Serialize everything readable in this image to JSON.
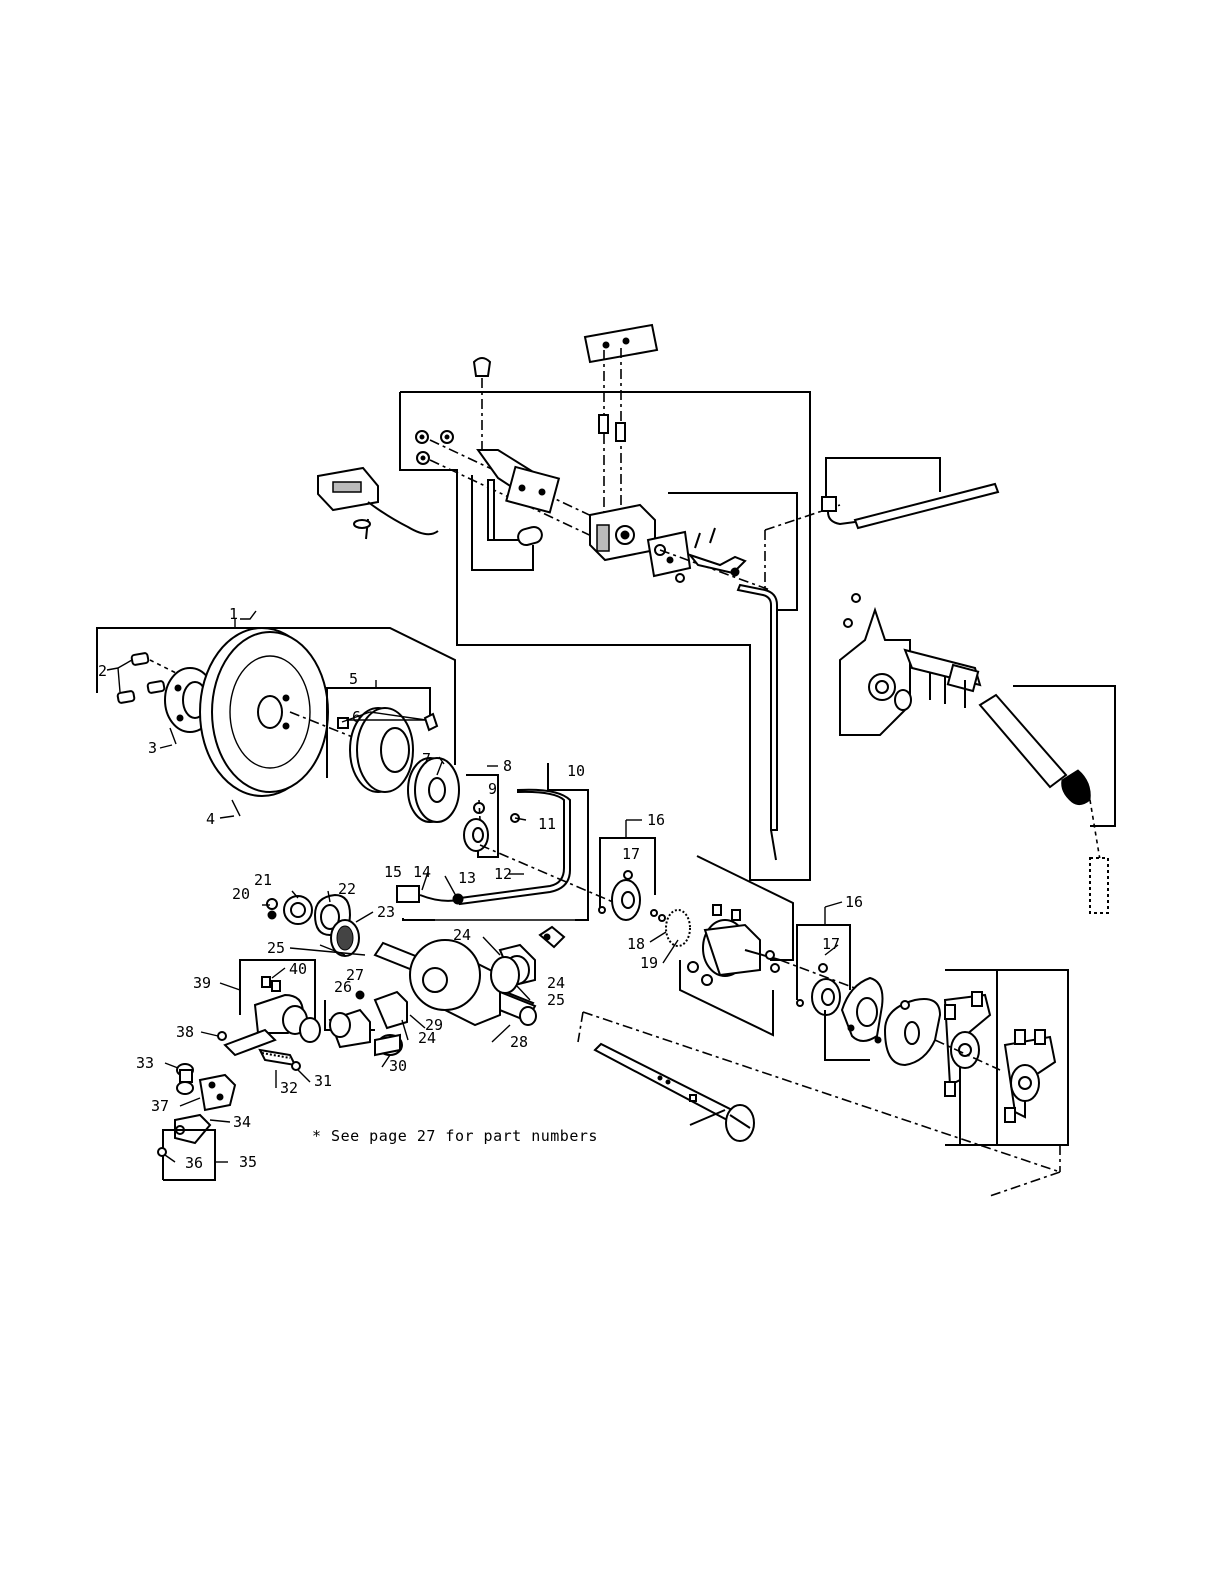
{
  "callouts": {
    "c1": "1",
    "c2": "2",
    "c3": "3",
    "c4": "4",
    "c5": "5",
    "c6": "6",
    "c7": "7",
    "c8": "8",
    "c9": "9",
    "c10": "10",
    "c11": "11",
    "c12": "12",
    "c13": "13",
    "c14": "14",
    "c15": "15",
    "c16a": "16",
    "c16b": "16",
    "c17a": "17",
    "c17b": "17",
    "c18": "18",
    "c19": "19",
    "c20": "20",
    "c21": "21",
    "c22": "22",
    "c23": "23",
    "c24a": "24",
    "c24b": "24",
    "c24c": "24",
    "c25a": "25",
    "c25b": "25",
    "c26": "26",
    "c27": "27",
    "c28": "28",
    "c29": "29",
    "c30": "30",
    "c31": "31",
    "c32": "32",
    "c33": "33",
    "c34": "34",
    "c35": "35",
    "c36": "36",
    "c37": "37",
    "c38": "38",
    "c39": "39",
    "c40": "40"
  },
  "note": "* See page 27 for part numbers"
}
